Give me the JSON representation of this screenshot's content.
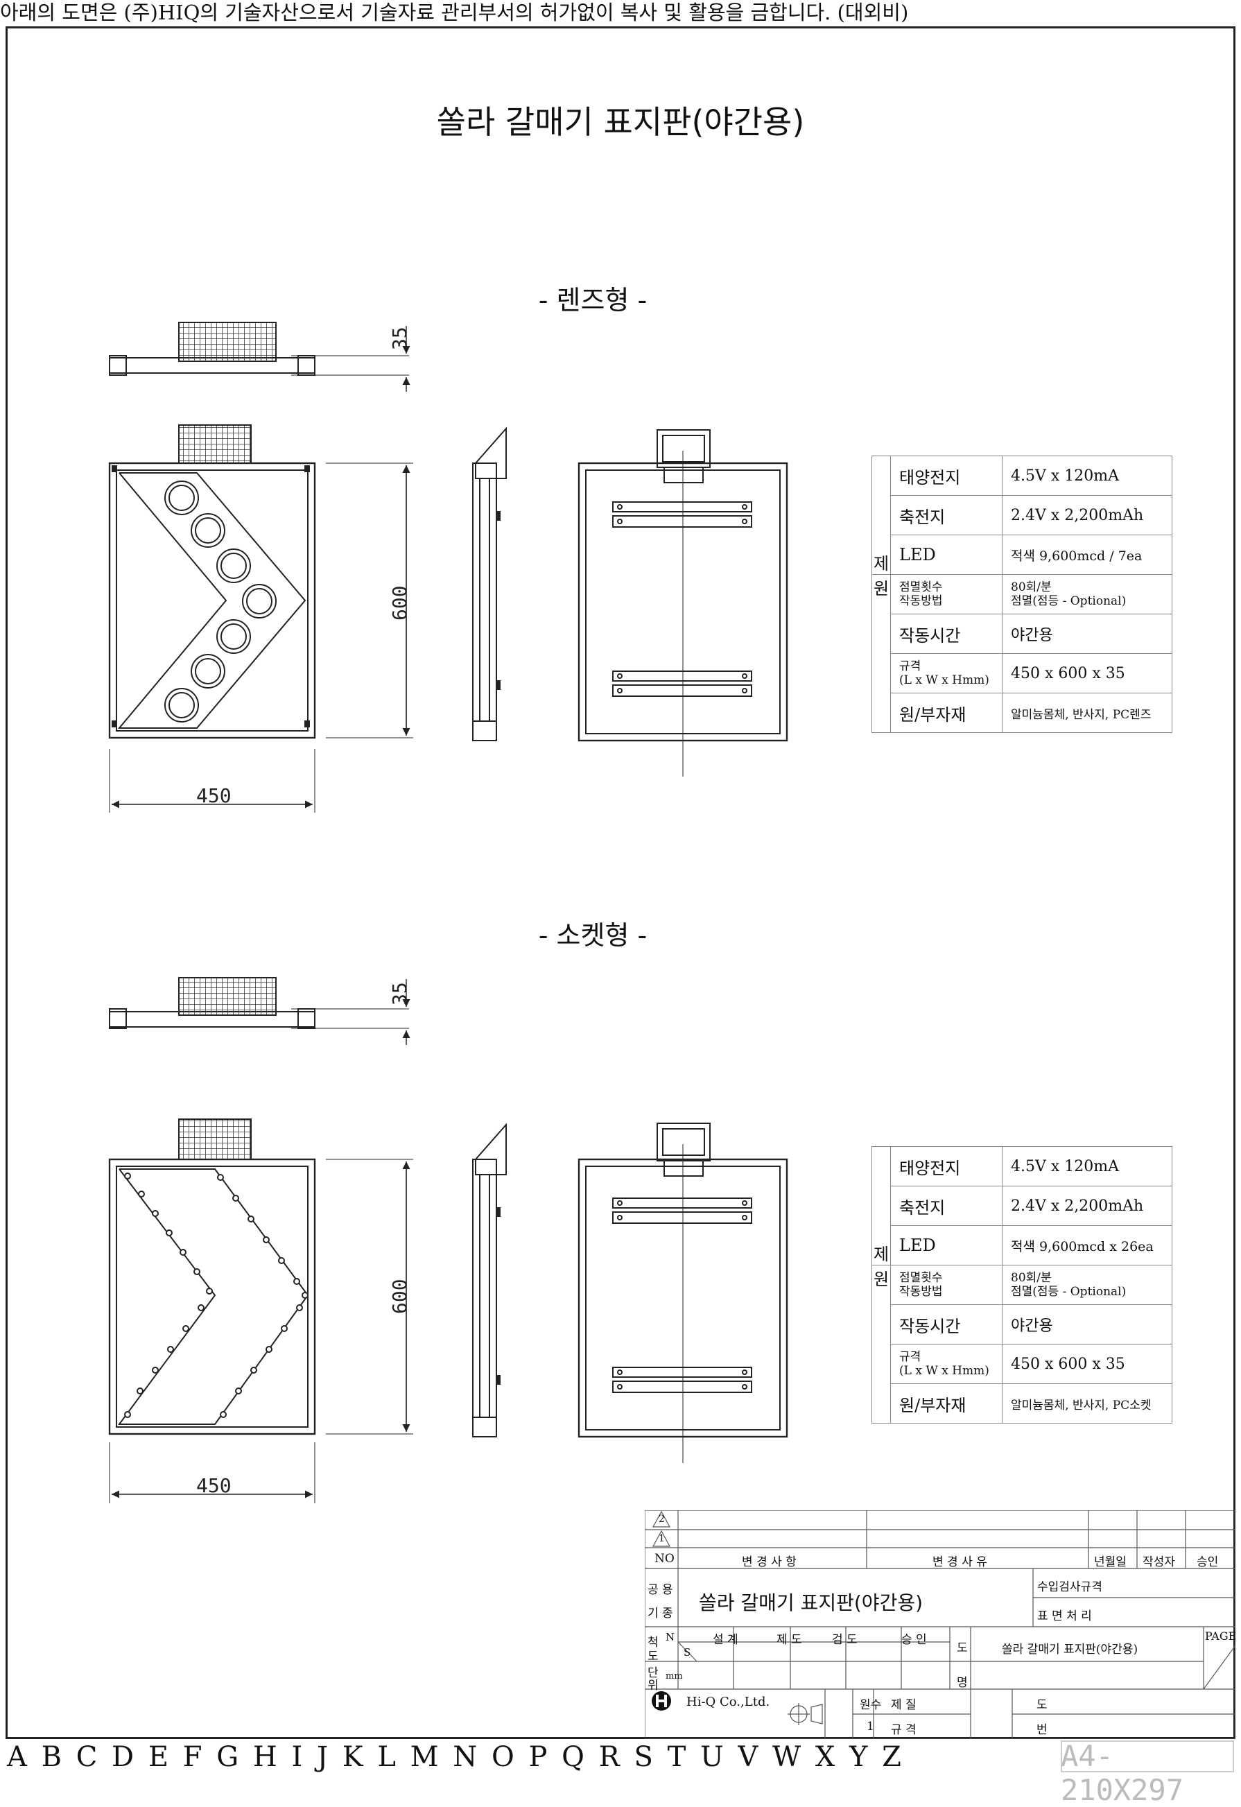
{
  "notice": "아래의 도면은 (주)HIQ의 기술자산으로서 기술자료 관리부서의 허가없이 복사 및 활용을 금합니다. (대외비)",
  "title": "쏠라 갈매기 표지판(야간용)",
  "sections": [
    {
      "label": "- 렌즈형 -",
      "dims": {
        "depth": "35",
        "height": "600",
        "width": "450"
      },
      "spec": {
        "side_top": "제",
        "side_bottom": "원",
        "rows": [
          {
            "key": "태양전지",
            "value": "4.5V x 120mA"
          },
          {
            "key": "축전지",
            "value": "2.4V x 2,200mAh"
          },
          {
            "key": "LED",
            "value": "적색 9,600mcd / 7ea"
          },
          {
            "key_line1": "점멸횟수",
            "key_line2": "작동방법",
            "value_line1": "80회/분",
            "value_line2": "점멸(점등 - Optional)"
          },
          {
            "key": "작동시간",
            "value": "야간용"
          },
          {
            "key_line1": "규격",
            "key_line2": "(L x W x Hmm)",
            "value": "450 x 600 x 35"
          },
          {
            "key": "원/부자재",
            "value": "알미늄몸체, 반사지, PC렌즈"
          }
        ]
      }
    },
    {
      "label": "- 소켓형 -",
      "dims": {
        "depth": "35",
        "height": "600",
        "width": "450"
      },
      "spec": {
        "side_top": "제",
        "side_bottom": "원",
        "rows": [
          {
            "key": "태양전지",
            "value": "4.5V x 120mA"
          },
          {
            "key": "축전지",
            "value": "2.4V x 2,200mAh"
          },
          {
            "key": "LED",
            "value": "적색 9,600mcd x 26ea"
          },
          {
            "key_line1": "점멸횟수",
            "key_line2": "작동방법",
            "value_line1": "80회/분",
            "value_line2": "점멸(점등 - Optional)"
          },
          {
            "key": "작동시간",
            "value": "야간용"
          },
          {
            "key_line1": "규격",
            "key_line2": "(L x W x Hmm)",
            "value": "450 x 600 x 35"
          },
          {
            "key": "원/부자재",
            "value": "알미늄몸체, 반사지, PC소켓"
          }
        ]
      }
    }
  ],
  "title_block": {
    "rev2": "2",
    "rev1": "1",
    "no": "NO",
    "change_item": "변 경 사 항",
    "change_reason": "변 경 사 유",
    "date": "년월일",
    "author": "작성자",
    "approve": "승인",
    "common_label_1": "공 용",
    "common_label_2": "기 종",
    "product_name": "쏠라 갈매기 표지판(야간용)",
    "inspection": "수입검사규격",
    "surface": "표 면 처 리",
    "scale_1": "척",
    "scale_2": "도",
    "n": "N",
    "s": "S",
    "design": "설 계",
    "drafting": "제 도",
    "check": "검 도",
    "approval": "승 인",
    "drawing_name_1": "도",
    "drawing_name_2": "명",
    "drawing_name": "쏠라 갈매기 표지판(야간용)",
    "page": "PAGE",
    "unit_1": "단",
    "unit_2": "위",
    "unit_value": "mm",
    "company": "Hi-Q Co.,Ltd.",
    "count_label": "원수",
    "material_label": "제 질",
    "count_value": "1",
    "spec_label": "규 격",
    "drawing_no_1": "도",
    "drawing_no_2": "번"
  },
  "grid_letters": "A B C D E F G H I J K L M N O P Q R S T U V W X Y Z",
  "paper_size": "A4- 210X297"
}
